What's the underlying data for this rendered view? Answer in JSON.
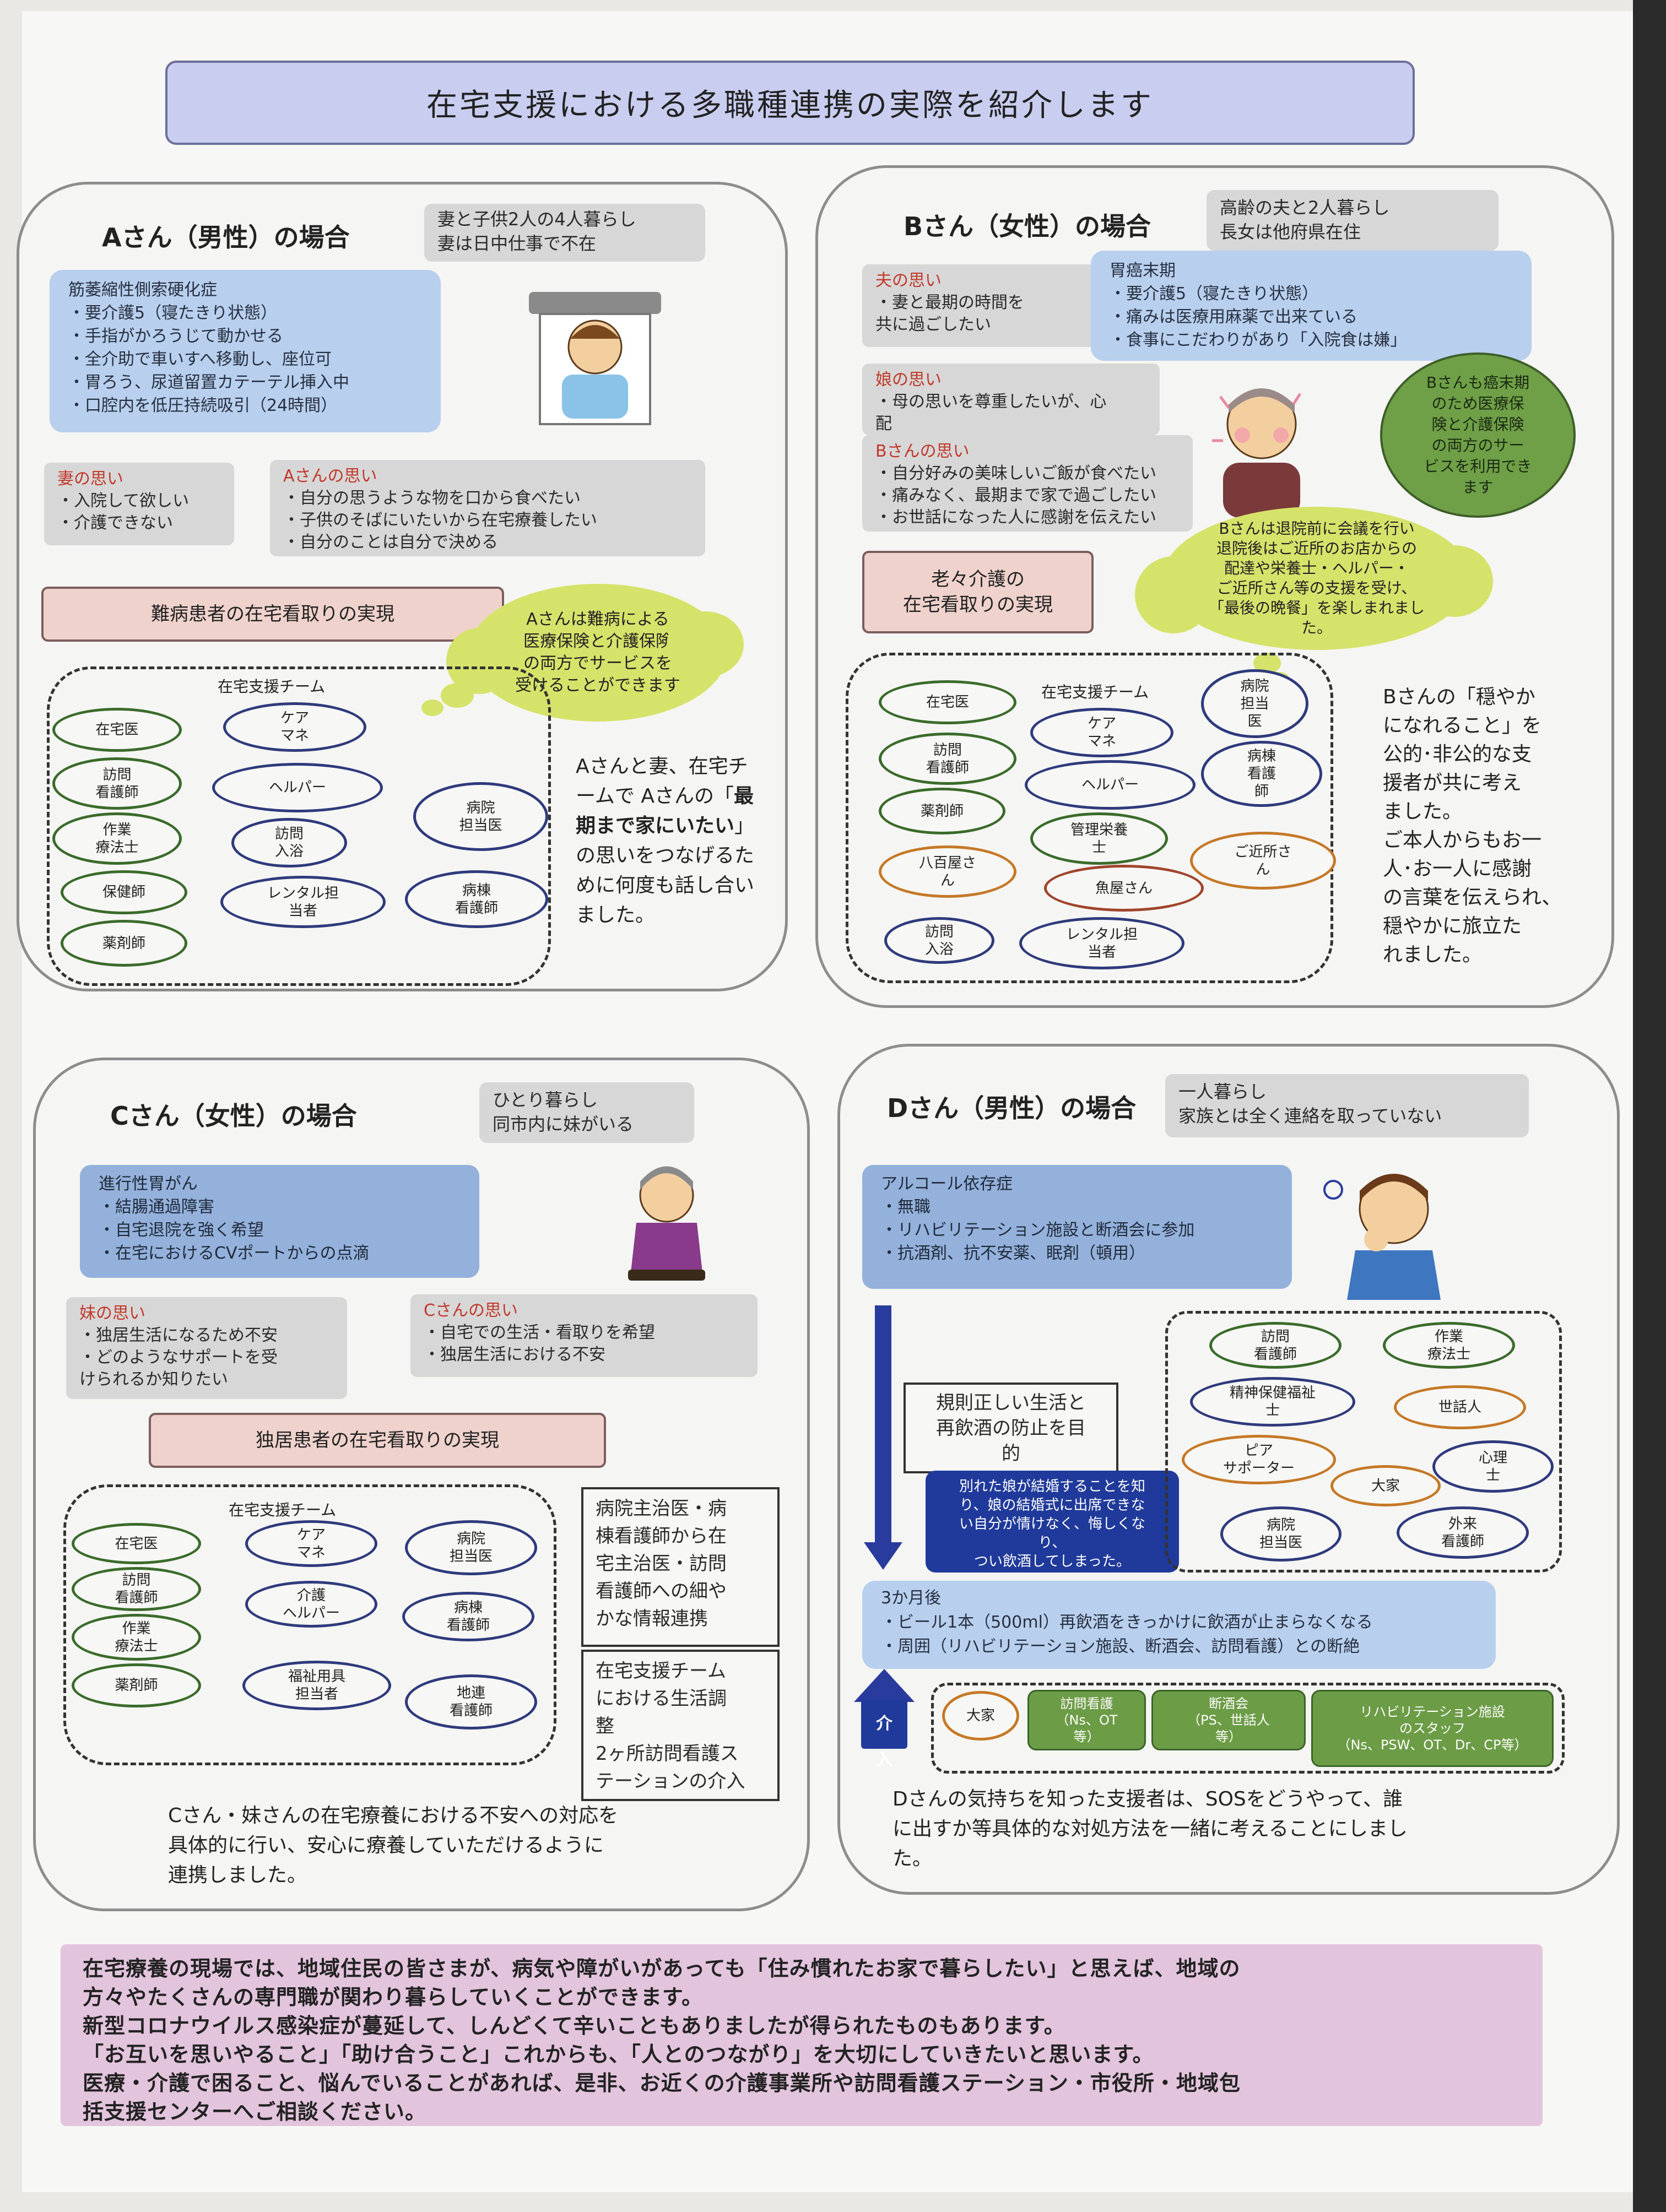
{
  "title": "在宅支援における多職種連携の実際を紹介します",
  "caseA": {
    "title": "Aさん（男性）の場合",
    "household": [
      "妻と子供2人の4人暮らし",
      "妻は日中仕事で不在"
    ],
    "condition": [
      "筋萎縮性側索硬化症",
      "・要介護5（寝たきり状態）",
      "・手指がかろうじて動かせる",
      "・全介助で車いすへ移動し、座位可",
      "・胃ろう、尿道留置カテーテル挿入中",
      "・口腔内を低圧持続吸引（24時間）"
    ],
    "wife_title": "妻の思い",
    "wife": [
      "・入院して欲しい",
      "・介護できない"
    ],
    "self_title": "Aさんの思い",
    "self": [
      "・自分の思うような物を口から食べたい",
      "・子供のそばにいたいから在宅療養したい",
      "・自分のことは自分で決める"
    ],
    "goal": "難病患者の在宅看取りの実現",
    "cloud": [
      "Aさんは難病による",
      "医療保険と介護保険",
      "の両方でサービスを",
      "受けることができます"
    ],
    "team_label": "在宅支援チーム",
    "team": [
      "在宅医",
      "訪問\n看護師",
      "作業\n療法士",
      "保健師",
      "薬剤師",
      "ケア\nマネ",
      "ヘルパー",
      "訪問\n入浴",
      "レンタル担\n当者",
      "病院\n担当医",
      "病棟\n看護師"
    ],
    "summary_pre": "Aさんと妻、在宅チームで Aさんの「",
    "summary_bold": "最期まで家にいたい",
    "summary_post": "」の思いをつなげるために何度も話し合いました。"
  },
  "caseB": {
    "title": "Bさん（女性）の場合",
    "household": [
      "高齢の夫と2人暮らし",
      "長女は他府県在住"
    ],
    "husband_title": "夫の思い",
    "husband": [
      "・妻と最期の時間を",
      "共に過ごしたい"
    ],
    "condition": [
      "胃癌末期",
      "・要介護5（寝たきり状態）",
      "・痛みは医療用麻薬で出来ている",
      "・食事にこだわりがあり「入院食は嫌」"
    ],
    "daughter_title": "娘の思い",
    "daughter": [
      "・母の思いを尊重したいが、心",
      "配"
    ],
    "self_title": "Bさんの思い",
    "self": [
      "・自分好みの美味しいご飯が食べたい",
      "・痛みなく、最期まで家で過ごしたい",
      "・お世話になった人に感謝を伝えたい"
    ],
    "speech": [
      "Bさんも癌末期",
      "のため医療保",
      "険と介護保険",
      "の両方のサー",
      "ビスを利用でき",
      "ます"
    ],
    "goal": [
      "老々介護の",
      "在宅看取りの実現"
    ],
    "cloud": [
      "Bさんは退院前に会議を行い",
      "退院後はご近所のお店からの",
      "配達や栄養士・ヘルパー・",
      "ご近所さん等の支援を受け、",
      "「最後の晩餐」を楽しまれまし",
      "た。"
    ],
    "team_label": "在宅支援チーム",
    "team": [
      "在宅医",
      "訪問\n看護師",
      "薬剤師",
      "八百屋さ\nん",
      "訪問\n入浴",
      "ケア\nマネ",
      "ヘルパー",
      "管理栄養\n士",
      "魚屋さん",
      "レンタル担\n当者",
      "病院\n担当\n医",
      "病棟\n看護\n師",
      "ご近所さ\nん"
    ],
    "summary": [
      "Bさんの「穏やか",
      "になれること」を",
      "公的･非公的な支",
      "援者が共に考え",
      "ました。",
      "ご本人からもお一",
      "人･お一人に感謝",
      "の言葉を伝えられ、",
      "穏やかに旅立た",
      "れました。"
    ]
  },
  "caseC": {
    "title": "Cさん（女性）の場合",
    "household": [
      "ひとり暮らし",
      "同市内に妹がいる"
    ],
    "condition": [
      "進行性胃がん",
      "・結腸通過障害",
      "・自宅退院を強く希望",
      "・在宅におけるCVポートからの点滴"
    ],
    "sister_title": "妹の思い",
    "sister": [
      "・独居生活になるため不安",
      "・どのようなサポートを受",
      "けられるか知りたい"
    ],
    "self_title": "Cさんの思い",
    "self": [
      "・自宅での生活・看取りを希望",
      "・独居生活における不安"
    ],
    "goal": "独居患者の在宅看取りの実現",
    "team_label": "在宅支援チーム",
    "team": [
      "在宅医",
      "訪問\n看護師",
      "作業\n療法士",
      "薬剤師",
      "ケア\nマネ",
      "介護\nヘルパー",
      "福祉用具\n担当者",
      "病院\n担当医",
      "病棟\n看護師",
      "地連\n看護師"
    ],
    "box1": [
      "病院主治医・病",
      "棟看護師から在",
      "宅主治医・訪問",
      "看護師への細や",
      "かな情報連携"
    ],
    "box2": [
      "在宅支援チーム",
      "における生活調",
      "整",
      "2ヶ所訪問看護ス",
      "テーションの介入"
    ],
    "summary": [
      "Cさん・妹さんの在宅療養における不安への対応を",
      "具体的に行い、安心に療養していただけるように",
      "連携しました。"
    ]
  },
  "caseD": {
    "title": "Dさん（男性）の場合",
    "household": [
      "一人暮らし",
      "家族とは全く連絡を取っていない"
    ],
    "condition": [
      "アルコール依存症",
      "・無職",
      "・リハビリテーション施設と断酒会に参加",
      "・抗酒剤、抗不安薬、眠剤（頓用）"
    ],
    "goal_box": [
      "規則正しい生活と",
      "再飲酒の防止を目",
      "的"
    ],
    "navy": [
      "別れた娘が結婚することを知",
      "り、娘の結婚式に出席できな",
      "い自分が情けなく、悔しくな",
      "り、",
      "つい飲酒してしまった。"
    ],
    "team": [
      "訪問\n看護師",
      "作業\n療法士",
      "精神保健福祉\n士",
      "世話人",
      "ピア\nサポーター",
      "大家",
      "心理\n士",
      "病院\n担当医",
      "外来\n看護師"
    ],
    "after": [
      "3か月後",
      "・ビール1本（500ml）再飲酒をきっかけに飲酒が止まらなくなる",
      "・周囲（リハビリテーション施設、断酒会、訪問看護）との断絶"
    ],
    "intervene": "介入",
    "bottom_team": [
      "大家",
      "訪問看護\n（Ns、OT\n等）",
      "断酒会\n（PS、世話人\n等）",
      "リハビリテーション施設\nのスタッフ\n（Ns、PSW、OT、Dr、CP等）"
    ],
    "summary": [
      "Dさんの気持ちを知った支援者は、SOSをどうやって、誰",
      "に出すか等具体的な対処方法を一緒に考えることにしまし",
      "た。"
    ]
  },
  "footer": [
    "在宅療養の現場では、地域住民の皆さまが、病気や障がいがあっても「住み慣れたお家で暮らしたい」と思えば、地域の",
    "方々やたくさんの専門職が関わり暮らしていくことができます。",
    "新型コロナウイルス感染症が蔓延して、しんどくて辛いこともありましたが得られたものもあります。",
    "「お互いを思いやること」「助け合うこと」これからも、「人とのつながり」を大切にしていきたいと思います。",
    "医療・介護で困ること、悩んでいることがあれば、是非、お近くの介護事業所や訪問看護ステーション・市役所・地域包",
    "括支援センターへご相談ください。"
  ],
  "colors": {
    "title_bg": "#c9cdef",
    "blue": "#b8cfed",
    "pink": "#efd2cc",
    "cloud": "#d6e36a",
    "navy": "#1f3a9a",
    "footer": "#e2c4dd"
  }
}
